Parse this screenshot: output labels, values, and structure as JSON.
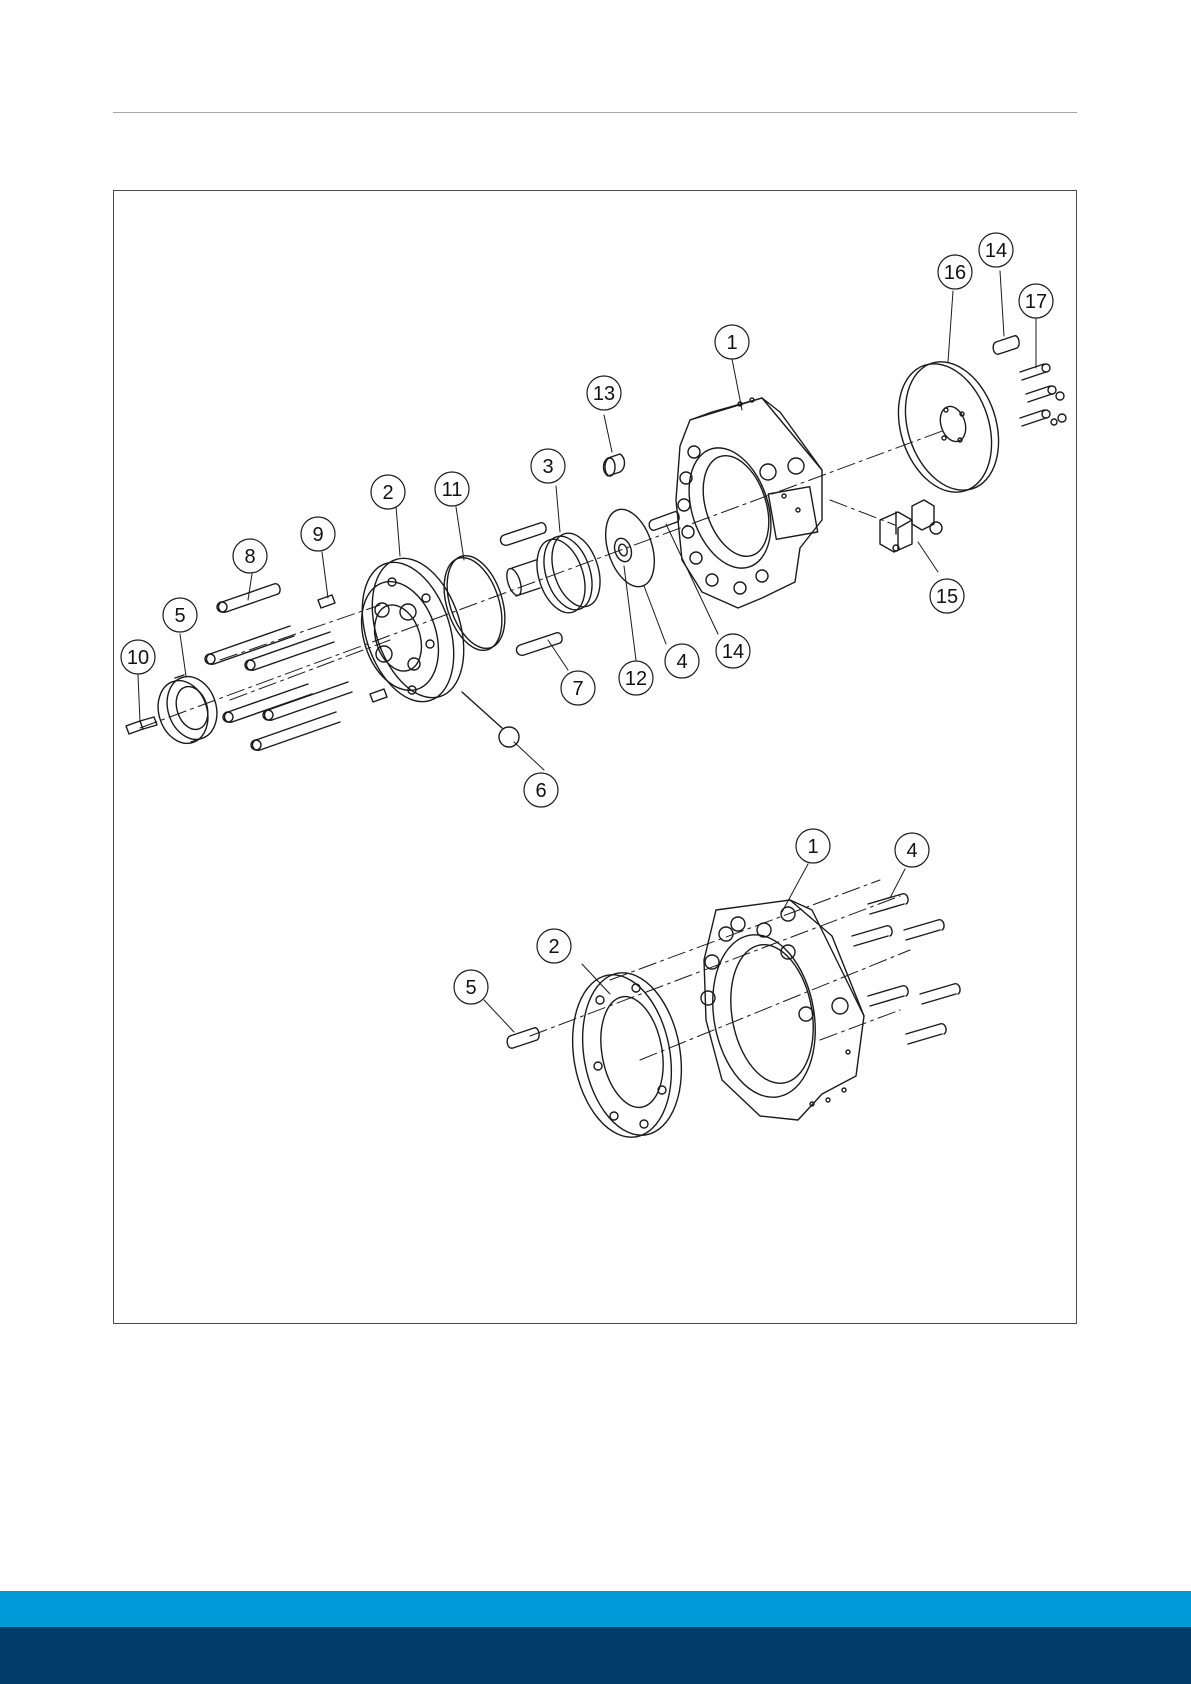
{
  "callouts_top": [
    {
      "id": "c-top-1",
      "label": "1"
    },
    {
      "id": "c-top-2",
      "label": "2"
    },
    {
      "id": "c-top-3",
      "label": "3"
    },
    {
      "id": "c-top-4",
      "label": "4"
    },
    {
      "id": "c-top-5",
      "label": "5"
    },
    {
      "id": "c-top-6",
      "label": "6"
    },
    {
      "id": "c-top-7",
      "label": "7"
    },
    {
      "id": "c-top-8",
      "label": "8"
    },
    {
      "id": "c-top-9",
      "label": "9"
    },
    {
      "id": "c-top-10",
      "label": "10"
    },
    {
      "id": "c-top-11",
      "label": "11"
    },
    {
      "id": "c-top-12",
      "label": "12"
    },
    {
      "id": "c-top-13",
      "label": "13"
    },
    {
      "id": "c-top-14a",
      "label": "14"
    },
    {
      "id": "c-top-14b",
      "label": "14"
    },
    {
      "id": "c-top-15",
      "label": "15"
    },
    {
      "id": "c-top-16",
      "label": "16"
    },
    {
      "id": "c-top-17",
      "label": "17"
    }
  ],
  "callouts_bottom": [
    {
      "id": "c-bot-1",
      "label": "1"
    },
    {
      "id": "c-bot-2",
      "label": "2"
    },
    {
      "id": "c-bot-4",
      "label": "4"
    },
    {
      "id": "c-bot-5",
      "label": "5"
    }
  ],
  "colors": {
    "footer_light": "#009ad9",
    "footer_dark": "#003d6a",
    "line": "#1a1a1a"
  }
}
